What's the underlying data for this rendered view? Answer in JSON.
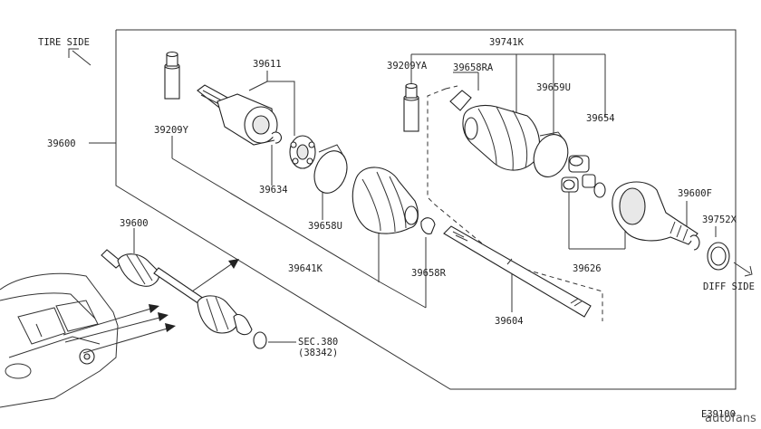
{
  "labels": {
    "tire_side": "TIRE SIDE",
    "diff_side": "DIFF SIDE",
    "p39600_frame": "39600",
    "p39600_shaft": "39600",
    "p39611": "39611",
    "p39209y": "39209Y",
    "p39634": "39634",
    "p39658u": "39658U",
    "p39641k": "39641K",
    "p39209ya": "39209YA",
    "p39658ra": "39658RA",
    "p39741k": "39741K",
    "p39659u": "39659U",
    "p39654": "39654",
    "p39600f": "39600F",
    "p39752x": "39752X",
    "p39626": "39626",
    "p39658r": "39658R",
    "p39604": "39604",
    "sec380": "SEC.380",
    "sec380_ref": "(38342)",
    "diagram_code": "E39100",
    "watermark": "autofans"
  }
}
